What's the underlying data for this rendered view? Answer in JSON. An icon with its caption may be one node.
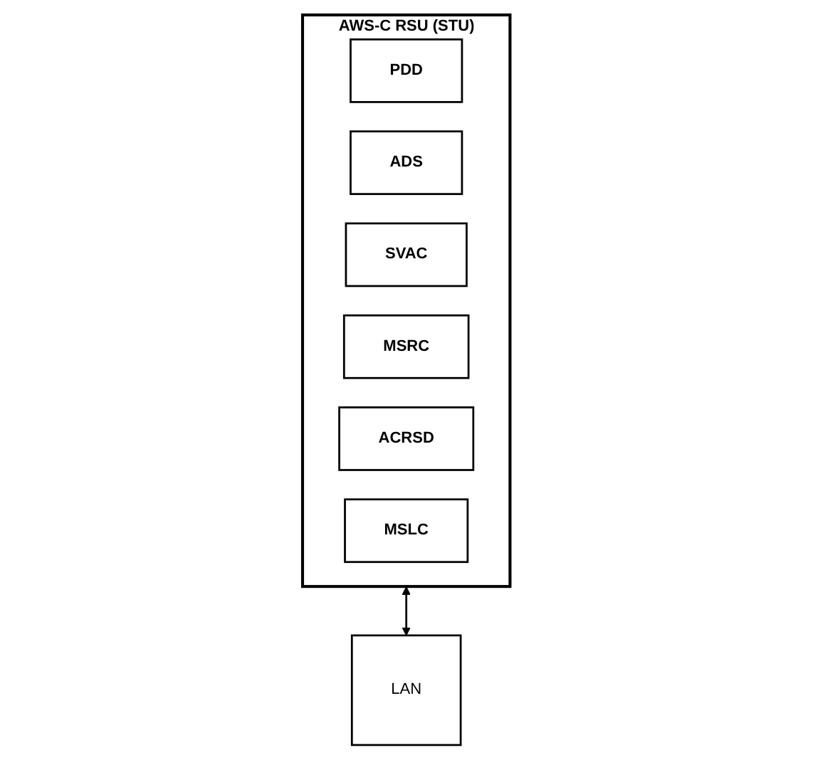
{
  "diagram": {
    "nodes": [
      {
        "text": [
          "AWS-C RSU (STU)"
        ]
      },
      {
        "text": [
          "PDD"
        ],
        "in": 0
      },
      {
        "text": [
          "ADS"
        ],
        "in": 0
      },
      {
        "text": [
          "SVAC"
        ],
        "in": 0
      },
      {
        "text": [
          "MSRC"
        ],
        "in": 0
      },
      {
        "text": [
          "ACRSD"
        ],
        "in": 0
      },
      {
        "text": [
          "MSLC"
        ],
        "in": 0
      },
      {
        "text": [
          "LAN"
        ]
      }
    ],
    "edges": [
      {
        "from": 0,
        "to": 7,
        "arrow": "both"
      }
    ]
  }
}
